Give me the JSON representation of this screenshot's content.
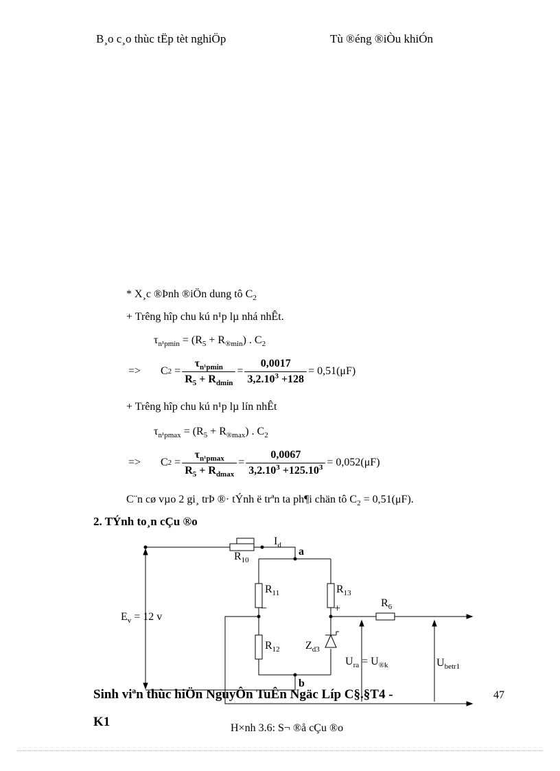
{
  "header": {
    "left": "B¸o c¸o thùc tËp tèt nghiÖp",
    "right": "Tù ®éng ®iÒu khiÓn"
  },
  "body": {
    "l1": "* X¸c ®Þnh ®iÖn dung tô C",
    "l1_sub": "2",
    "l2": "+ Tr­êng  hîp chu kú n¹p lµ nhá nhÊt.",
    "l3": "τ",
    "l3_sub": "n¹pmin",
    "l3_rest": " = (R",
    "l3_s5": "5",
    "l3_mid": " + R",
    "l3_sd": "®min",
    "l3_end": ") . C",
    "l3_s2": "2",
    "eq1": {
      "arrow": "=>",
      "lhs": "C",
      "lhs_sub": "2",
      "num1": "τ",
      "num1_sub": "n¹pmin",
      "den1": "R",
      "den1_s5": "5",
      "den1_mid": " + R",
      "den1_sub": "dmin",
      "num2": "0,0017",
      "den2": "3,2.10",
      "den2_sup": "3",
      "den2_end": " +128",
      "result": "= 0,51(μF)"
    },
    "l4": "+ Tr­êng  hîp chu kú n¹p lµ lín nhÊt",
    "l5": "τ",
    "l5_sub": "n¹pmax",
    "l5_rest": " = (R",
    "l5_s5": "5",
    "l5_mid": " + R",
    "l5_sd": "®max",
    "l5_end": ") . C",
    "l5_s2": "2",
    "eq2": {
      "arrow": "=>",
      "lhs": "C",
      "lhs_sub": "2",
      "num1": "τ",
      "num1_sub": "n¹pmax",
      "den1": "R",
      "den1_s5": "5",
      "den1_mid": " + R",
      "den1_sub": "dmax",
      "num2": "0,0067",
      "den2": "3,2.10",
      "den2_sup": "3",
      "den2_mid": " +125.10",
      "den2_sup2": "3",
      "result": "= 0,052(μF)"
    },
    "l6": "C¨n cø vµo 2 gi¸ trÞ ®· tÝnh ë trªn ta ph¶i chän tô C",
    "l6_sub": "2",
    "l6_end": " = 0,51(μF).",
    "section": "2. TÝnh to¸n cÇu ®o"
  },
  "circuit": {
    "Id": "I",
    "Id_sub": "d",
    "a": "a",
    "b": "b",
    "R10": "R",
    "R10_sub": "10",
    "R11": "R",
    "R11_sub": "11",
    "R12": "R",
    "R12_sub": "12",
    "R13": "R",
    "R13_sub": "13",
    "R6": "R",
    "R6_sub": "6",
    "minus": "−",
    "plus": "+",
    "Zd3": "Z",
    "Zd3_sub": "d3",
    "Ev": "E",
    "Ev_sub": "v",
    "Ev_rest": " = 12 v",
    "Ura": "U",
    "Ura_sub": "ra",
    "Ura_mid": " = U",
    "Ura_sub2": "®k",
    "Ubetr": "U",
    "Ubetr_sub": "betr1"
  },
  "caption": "H×nh 3.6: S¬ ®å cÇu ®o",
  "footer": {
    "student": "Sinh viªn thùc hiÖn   NguyÔn TuÊn Ngäc     Líp C§.§T4 -",
    "class": "K1",
    "page": "47"
  }
}
